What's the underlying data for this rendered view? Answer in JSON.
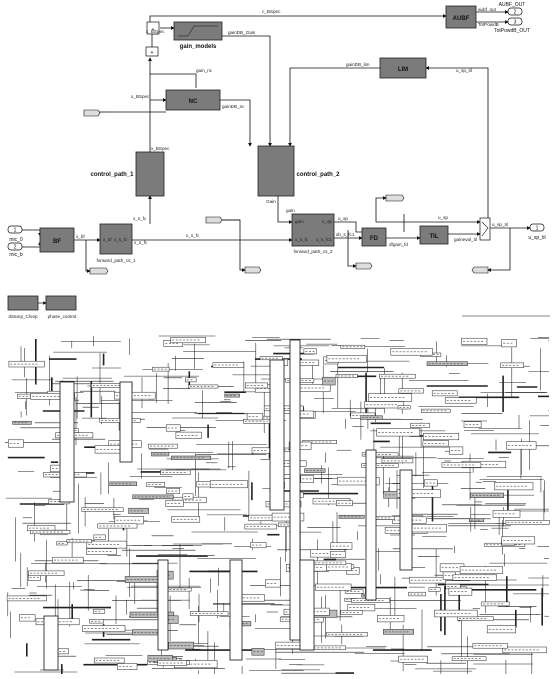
{
  "top_diagram": {
    "blocks": {
      "aubf": "AUBF",
      "gain_models": "gain_models",
      "nc": "NC",
      "lim": "LIM",
      "bf": "BF",
      "control_path_1": "control_path_1",
      "control_path_2": "control_path_2",
      "forward_path_cs_1": "forward_path_cs_1",
      "forward_path_cs_2": "forward_path_cs_2",
      "fd": "FD",
      "til": "TIL",
      "dsamp_cloop": "dSamp_Cloop",
      "phase_control": "phase_control",
      "gain_label": "Gain",
      "gain_port": "gain"
    },
    "signals": {
      "x_bspec_top": "c_BSpec",
      "x_bspec_sum": "x_BSpec",
      "gain_db_gain": "gainDB_Gain",
      "gain_nc": "gain_nc",
      "gain_db_nc": "gainDB_nc",
      "gain_db_lim": "gainDB_lim",
      "u_sp_til_top": "u_sp_til",
      "x_bspec_nc": "x_BSpec",
      "x_bspec_cp": "x_BSpec",
      "x_s_fc_1": "x_s_fc",
      "x_s_fc_2": "x_s_fc",
      "x_s_fc_3": "x_s_fc",
      "x_bf": "x_bf",
      "x_s_fc_in": "x_s_fc",
      "x_s_fc_out": "x_s_fc",
      "x_s_fc1": "x_s_fc1",
      "u_sp": "u_sp",
      "u_sp2": "u_sp",
      "x_s_fc_b": "x_s_fc",
      "xb_s_fc1": "xb_s_fc1",
      "dfgain_fd": "dfgain_fd",
      "gaineval_til": "gaineval_til",
      "u_sp_til": "u_sp_til",
      "aubf_out_sig": "aubf_out",
      "totpowdb_sig": "TotPowdB",
      "gain_in": "gain"
    },
    "ports": {
      "mic_0_num": "1",
      "mic_0": "mic_0",
      "mic_b_num": "2",
      "mic_b": "mic_b",
      "u_sp_til_out_num": "1",
      "u_sp_til_out": "u_sp_til",
      "aubf_out_num": "2",
      "aubf_out": "AUBF_OUT",
      "totpowdb_out_num": "3",
      "totpowdb_out": "TotPowdB_OUT"
    },
    "sum_symbol": "+",
    "colors": {
      "block_fill": "#7b7b7b",
      "block_stroke": "#222222",
      "line": "#111111",
      "background": "#ffffff"
    }
  }
}
